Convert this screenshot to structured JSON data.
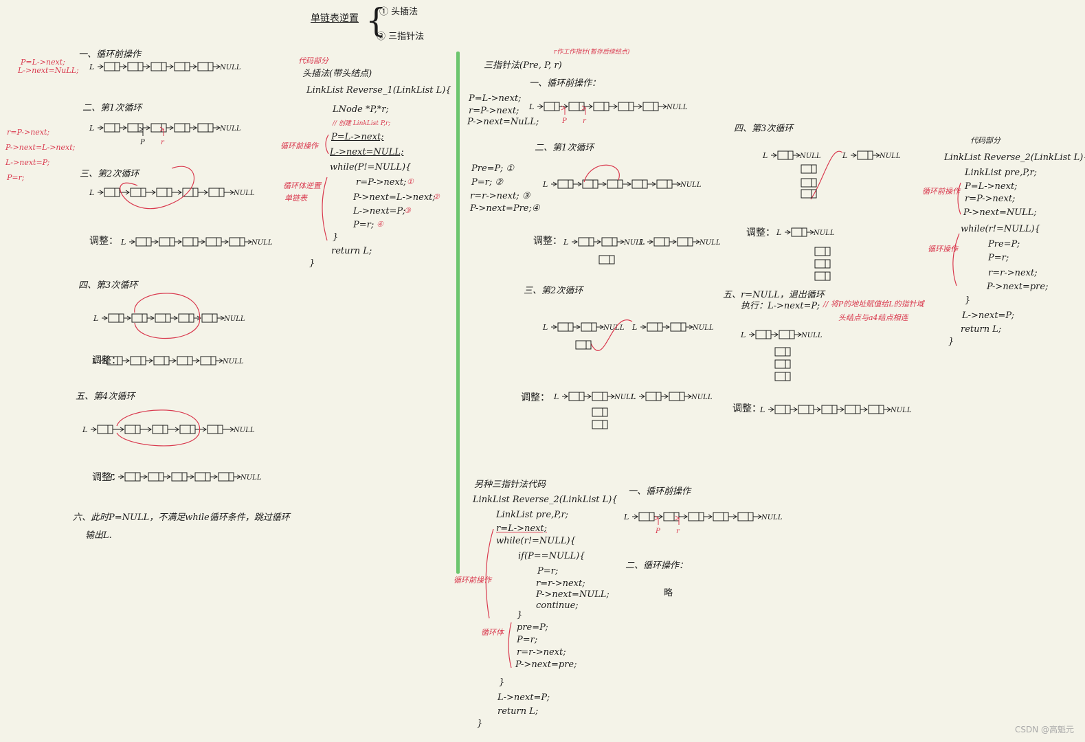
{
  "header": {
    "title": "单链表逆置",
    "opt1": "① 头插法",
    "opt2": "② 三指针法"
  },
  "left": {
    "pre_loop_title": "一、循环前操作",
    "note_p": "P=L->next;",
    "note_l": "L->next=NuLL;",
    "loop1_title": "二、第1次循环",
    "steps": [
      "r=P->next;",
      "P->next=L->next;",
      "L->next=P;",
      "P=r;"
    ],
    "loop2_title": "三、第2次循环",
    "adjust": "调整：",
    "loop3_title": "四、第3次循环",
    "loop4_title": "五、第4次循环",
    "end_line1": "六、此时P=NULL，不满足while循环条件，跳过循环",
    "end_line2": "输出L.",
    "null": "NULL"
  },
  "headinsert": {
    "code_label": "代码部分",
    "title": "头插法(带头结点)",
    "sig": "LinkList Reverse_1(LinkList L){",
    "decl": "LNode *P,*r;",
    "decl_note": "// 创建 LinkList P,r;",
    "pre_label": "循环前操作",
    "l1": "P=L->next;",
    "l2": "L->next=NULL;",
    "while": "while(P!=NULL){",
    "loop_label1": "循环体逆置",
    "loop_label2": "单链表",
    "b1": "r=P->next;",
    "b2": "P->next=L->next;",
    "b3": "L->next=P;",
    "b4": "P=r;",
    "close": "}",
    "ret": "return L;",
    "end": "}",
    "n1": "①",
    "n2": "②",
    "n3": "③",
    "n4": "④"
  },
  "threeptr": {
    "title": "三指针法(Pre, P, r)",
    "r_note": "r作工作指针(暂存后续结点)",
    "pre_title": "一、循环前操作：",
    "pre_steps": [
      "P=L->next;",
      "r=P->next;",
      "P->next=NuLL;"
    ],
    "loop1_title": "二、第1次循环",
    "loop1_steps": [
      "Pre=P; ①",
      "P=r; ②",
      "r=r->next; ③",
      "P->next=Pre;④"
    ],
    "adjust": "调整：",
    "loop2_title": "三、第2次循环",
    "loop3_title": "四、第3次循环",
    "exit_title": "五、r=NULL，退出循环",
    "exit_exec": "执行：L->next=P;",
    "exit_note1": "// 将P的地址赋值给L的指针域",
    "exit_note2": "头结点与a4结点相连",
    "code_label": "代码部分",
    "sig": "LinkList Reverse_2(LinkList L){",
    "decl": "LinkList pre,P,r;",
    "pre_label": "循环前操作",
    "c1": "P=L->next;",
    "c2": "r=P->next;",
    "c3": "P->next=NULL;",
    "while": "while(r!=NULL){",
    "loop_label": "循环操作",
    "w1": "Pre=P;",
    "w2": "P=r;",
    "w3": "r=r->next;",
    "w4": "P->next=pre;",
    "close": "}",
    "ret1": "L->next=P;",
    "ret2": "return L;",
    "end": "}"
  },
  "alt": {
    "title": "另种三指针法代码",
    "sig": "LinkList Reverse_2(LinkList L){",
    "decl": "LinkList pre,P,r;",
    "l1": "r=L->next;",
    "while": "while(r!=NULL){",
    "if": "if(P==NULL){",
    "i1": "P=r;",
    "i2": "r=r->next;",
    "i3": "P->next=NULL;",
    "i4": "continue;",
    "close": "}",
    "pre_label": "循环前操作",
    "loop_label": "循环体",
    "w1": "pre=P;",
    "w2": "P=r;",
    "w3": "r=r->next;",
    "w4": "P->next=pre;",
    "close2": "}",
    "r1": "L->next=P;",
    "r2": "return L;",
    "end": "}",
    "side_pre": "一、循环前操作",
    "side_loop": "二、循环操作：",
    "side_omit": "略"
  },
  "watermark": "CSDN @高魁元"
}
